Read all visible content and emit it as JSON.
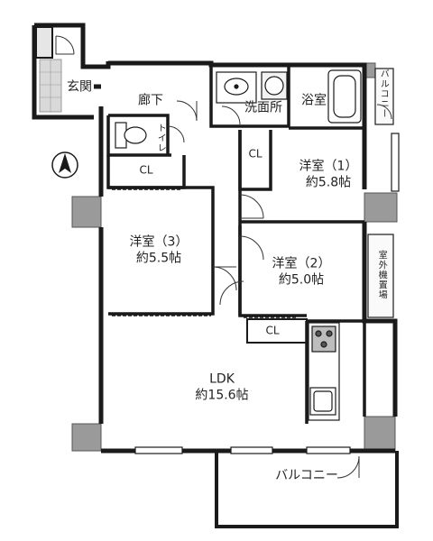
{
  "rooms": {
    "genkan": "玄関",
    "rouka": "廊下",
    "senmenjo": "洗面所",
    "yokushitsu": "浴室",
    "toilet": "トイレ",
    "balcony_small": "バルコニー",
    "cl_room3": "CL",
    "cl_room1": "CL",
    "cl_room2": "CL",
    "room1": {
      "name": "洋室（1）",
      "size": "約5.8帖"
    },
    "room2": {
      "name": "洋室（2）",
      "size": "約5.0帖"
    },
    "room3": {
      "name": "洋室（3）",
      "size": "約5.5帖"
    },
    "ldk": {
      "name": "LDK",
      "size": "約15.6帖"
    },
    "outdoor_unit": "室外機置場",
    "balcony": "バルコニー"
  },
  "colors": {
    "wall": "#1a1a1a",
    "column": "#9a9a9a",
    "floor_tile": "#d9d9d9",
    "paper": "#ffffff"
  },
  "icons": [
    "north-arrow-icon",
    "toilet-icon",
    "bathtub-icon",
    "washbasin-icon",
    "kitchen-sink-icon",
    "stove-icon",
    "washing-machine-icon",
    "door-swing-icon"
  ]
}
